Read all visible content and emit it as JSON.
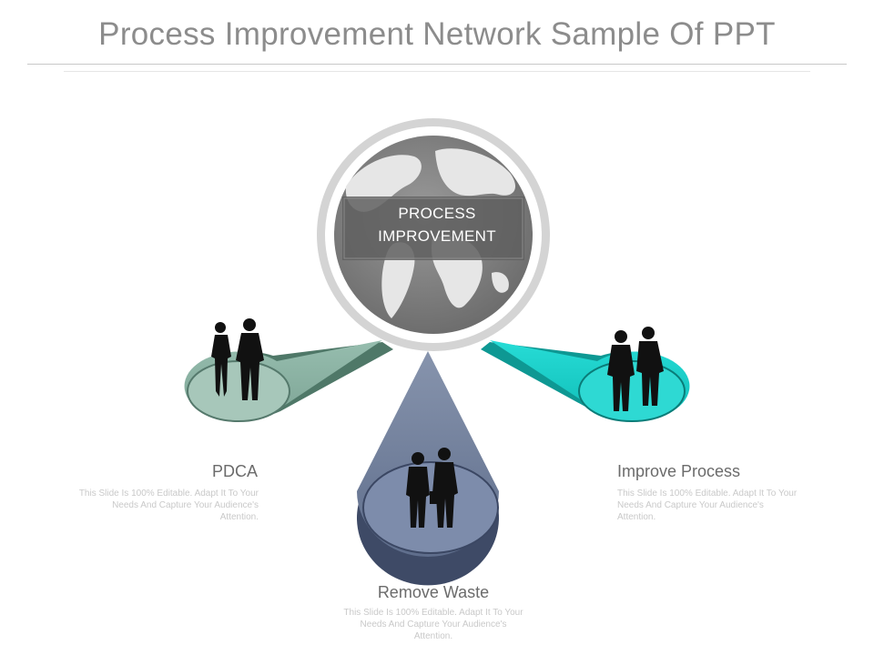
{
  "header": {
    "title": "Process Improvement Network Sample Of PPT"
  },
  "hub": {
    "line1": "PROCESS",
    "line2": "IMPROVEMENT"
  },
  "items": [
    {
      "title": "PDCA",
      "text": "This Slide Is 100% Editable. Adapt It To Your Needs And Capture Your Audience's Attention.",
      "color": "#8ab2a4"
    },
    {
      "title": "Remove Waste",
      "text": "This Slide Is 100% Editable. Adapt It To Your Needs And Capture Your Audience's Attention.",
      "color": "#6a7a98"
    },
    {
      "title": "Improve Process",
      "text": "This Slide Is 100% Editable. Adapt It To Your Needs And Capture Your Audience's Attention.",
      "color": "#1ccfc9"
    }
  ]
}
